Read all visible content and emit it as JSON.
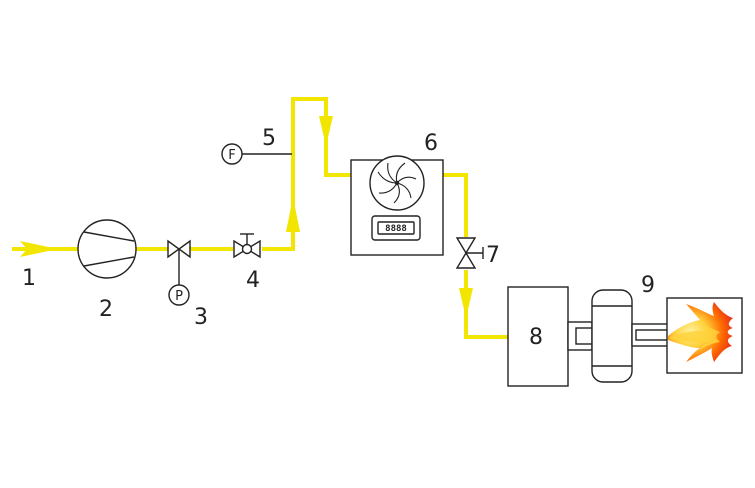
{
  "labels": {
    "inlet": "1",
    "pump": "2",
    "pressure_valve": "3",
    "control_valve": "4",
    "flow_tap": "5",
    "meter_unit": "6",
    "check_valve": "7",
    "unit_8": "8",
    "unit_9": "9"
  },
  "instruments": {
    "flow": "F",
    "pressure": "P"
  },
  "meter_display": "8888",
  "colors": {
    "pipe": "#f2e600",
    "line": "#222222",
    "flame_outer": "#ff6a00",
    "flame_inner": "#ffd23c"
  }
}
